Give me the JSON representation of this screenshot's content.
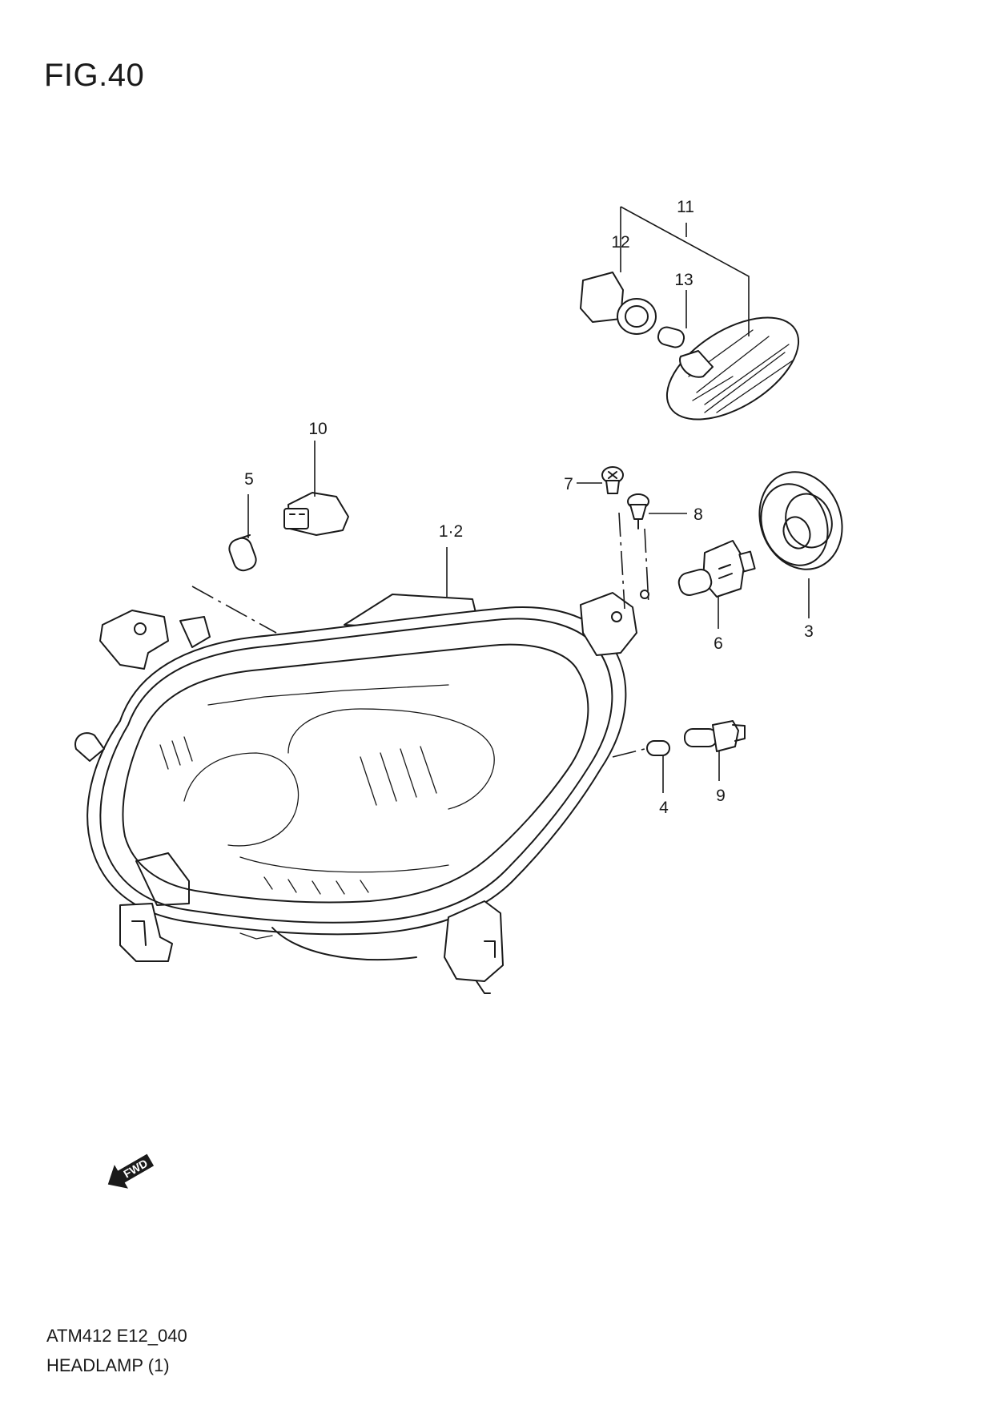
{
  "figure": {
    "title": "FIG.40",
    "footer_code": "ATM412 E12_040",
    "footer_name": "HEADLAMP (1)",
    "direction_badge": "FWD"
  },
  "callouts": {
    "c1_2": "1·2",
    "c3": "3",
    "c4": "4",
    "c5": "5",
    "c6": "6",
    "c7": "7",
    "c8": "8",
    "c9": "9",
    "c10": "10",
    "c11": "11",
    "c12": "12",
    "c13": "13"
  }
}
